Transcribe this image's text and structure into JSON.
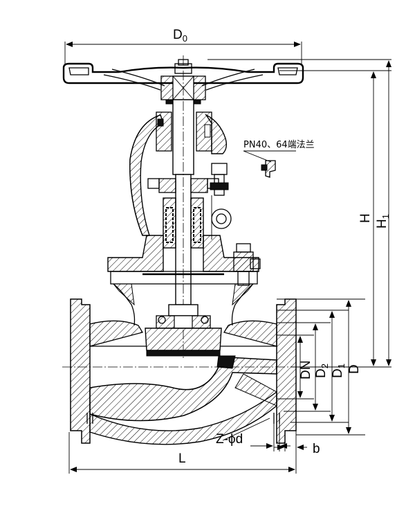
{
  "labels": {
    "d0": "D",
    "d0_sub": "0",
    "h": "H",
    "h1": "H",
    "h1_sub": "1",
    "dn": "DN",
    "d2": "D",
    "d2_sub": "2",
    "d1": "D",
    "d1_sub": "1",
    "d": "D",
    "l": "L",
    "b": "b",
    "z_phi_d": "Z-ϕd",
    "flange_note": "PN40、64端法兰"
  },
  "colors": {
    "line": "#000000",
    "background": "#ffffff"
  }
}
